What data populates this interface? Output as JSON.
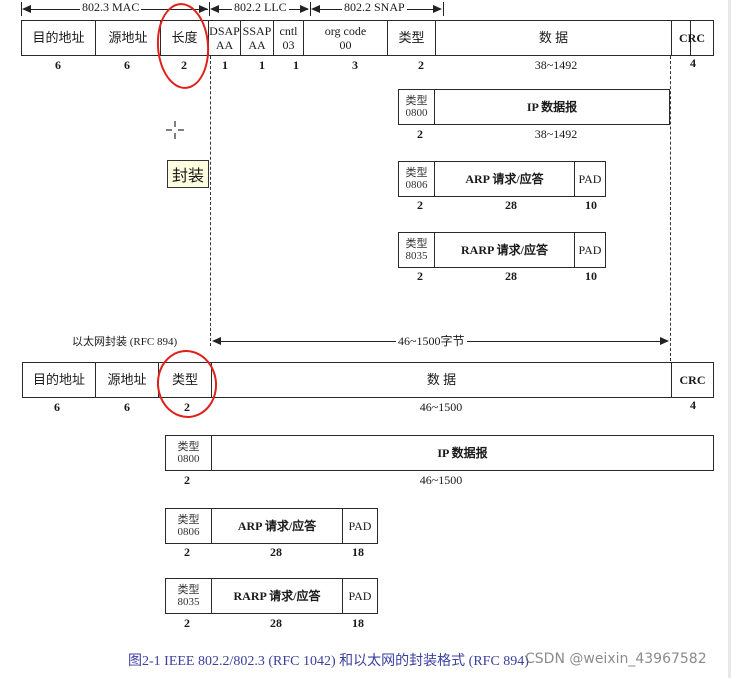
{
  "diagram": {
    "title": "IEEE 802.2/802.3 and Ethernet encapsulation",
    "top_section": {
      "brackets": {
        "mac": "802.3 MAC",
        "llc": "802.2 LLC",
        "snap": "802.2 SNAP"
      },
      "frame": {
        "fields": [
          {
            "label": "目的地址",
            "size": "6"
          },
          {
            "label": "源地址",
            "size": "6"
          },
          {
            "label": "长度",
            "size": "2"
          },
          {
            "label": "DSAP",
            "sub": "AA",
            "size": "1"
          },
          {
            "label": "SSAP",
            "sub": "AA",
            "size": "1"
          },
          {
            "label": "cntl",
            "sub": "03",
            "size": "1"
          },
          {
            "label": "org code",
            "sub": "00",
            "size": "3"
          },
          {
            "label": "类型",
            "size": "2"
          },
          {
            "label": "数 据",
            "size": "38~1492"
          },
          {
            "label": "CRC",
            "size": "4"
          }
        ]
      },
      "payloads": [
        {
          "type_label": "类型",
          "type_code": "0800",
          "type_size": "2",
          "body": "IP 数据报",
          "body_size": "38~1492"
        },
        {
          "type_label": "类型",
          "type_code": "0806",
          "type_size": "2",
          "body": "ARP 请求/应答",
          "body_size": "28",
          "pad": "PAD",
          "pad_size": "10"
        },
        {
          "type_label": "类型",
          "type_code": "8035",
          "type_size": "2",
          "body": "RARP 请求/应答",
          "body_size": "28",
          "pad": "PAD",
          "pad_size": "10"
        }
      ]
    },
    "tooltip": "封装",
    "bottom_section": {
      "heading": "以太网封装 (RFC 894)",
      "span_label": "46~1500字节",
      "frame": {
        "fields": [
          {
            "label": "目的地址",
            "size": "6"
          },
          {
            "label": "源地址",
            "size": "6"
          },
          {
            "label": "类型",
            "size": "2"
          },
          {
            "label": "数 据",
            "size": "46~1500"
          },
          {
            "label": "CRC",
            "size": "4"
          }
        ]
      },
      "payloads": [
        {
          "type_label": "类型",
          "type_code": "0800",
          "type_size": "2",
          "body": "IP 数据报",
          "body_size": "46~1500"
        },
        {
          "type_label": "类型",
          "type_code": "0806",
          "type_size": "2",
          "body": "ARP 请求/应答",
          "body_size": "28",
          "pad": "PAD",
          "pad_size": "18"
        },
        {
          "type_label": "类型",
          "type_code": "8035",
          "type_size": "2",
          "body": "RARP 请求/应答",
          "body_size": "28",
          "pad": "PAD",
          "pad_size": "18"
        }
      ]
    },
    "caption": "图2-1  IEEE 802.2/802.3 (RFC 1042) 和以太网的封装格式 (RFC 894)",
    "watermark": "CSDN @weixin_43967582",
    "colors": {
      "annotation_red": "#e0201a",
      "caption_blue": "#3a3fa0",
      "tooltip_bg": "#fdfde0"
    }
  }
}
